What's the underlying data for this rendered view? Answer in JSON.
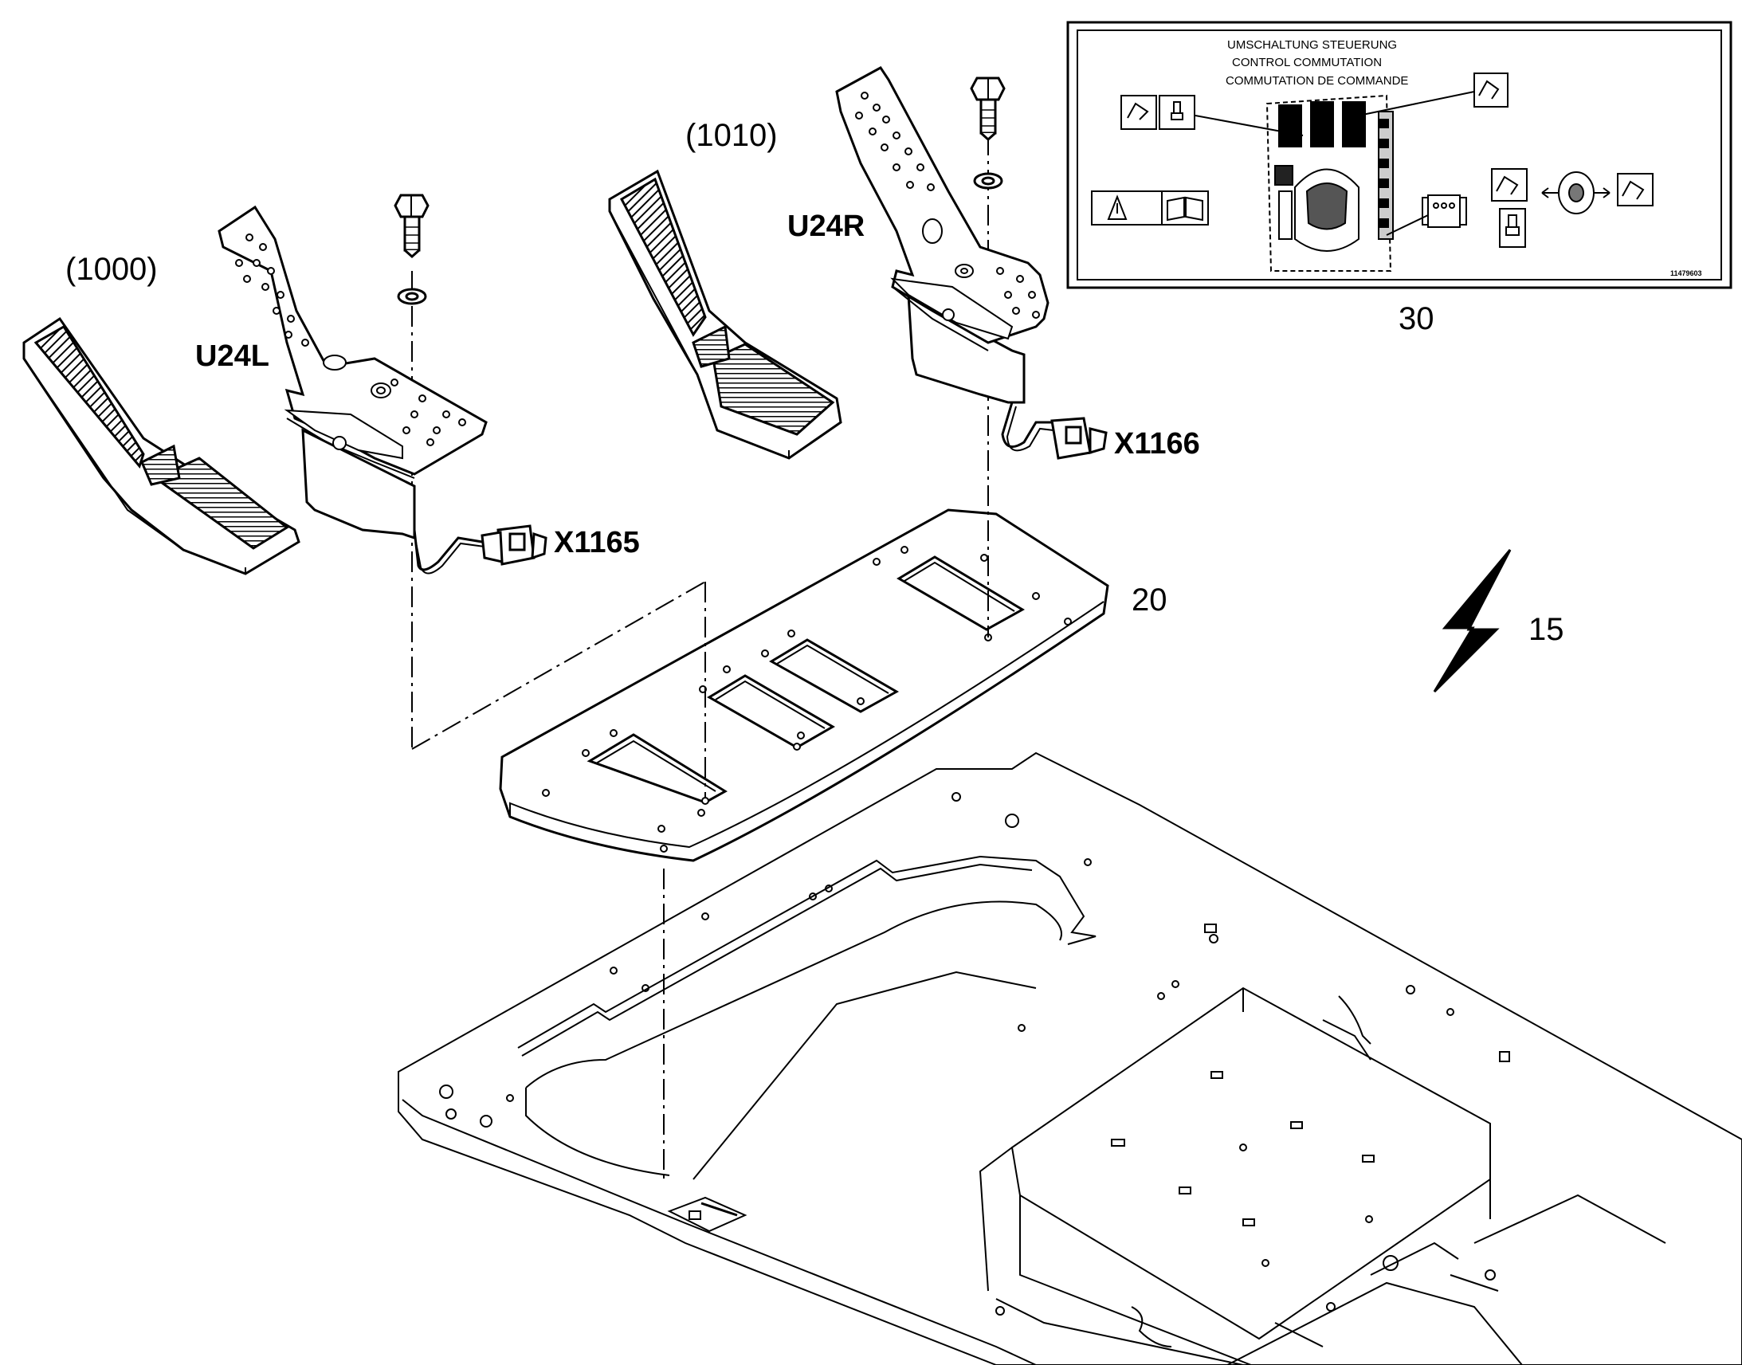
{
  "callouts": {
    "ref_1000": "(1000)",
    "ref_1010": "(1010)",
    "pedal_left": "U24L",
    "pedal_right": "U24R",
    "connector_left": "X1165",
    "connector_right": "X1166",
    "plate_item": "20",
    "decal_item": "30",
    "electrical_item": "15"
  },
  "decal": {
    "line_de": "UMSCHALTUNG STEUERUNG",
    "line_en": "CONTROL COMMUTATION",
    "line_fr": "COMMUTATION DE COMMANDE",
    "part_number": "11479603"
  },
  "icons": [
    "warning-triangle-icon",
    "manual-book-icon",
    "pedal-hand-icon",
    "lightning-icon",
    "bolt-icon",
    "washer-icon",
    "connector-icon"
  ],
  "colors": {
    "line": "#000000",
    "background": "#ffffff"
  }
}
